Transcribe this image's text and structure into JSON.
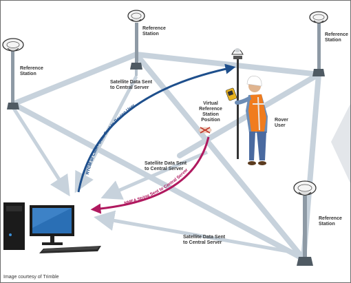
{
  "labels": {
    "reference_station": "Reference\nStation",
    "satellite_sent": "Satellite Data Sent\nto Central Server",
    "vrs_position": "Virtual\nReference\nStation\nPosition",
    "rover_user": "Rover\nUser",
    "rtcm_text": "RTCM or CMR+ Data Sent to Roving User",
    "nmea_text": "NMEA String Sent to Central Server"
  },
  "courtesy": "Image courtesy of Trimble",
  "colors": {
    "rtcm_arrow": "#1e4f8c",
    "nmea_arrow": "#b0195f",
    "beam": "#c7d2dc",
    "dark_beam": "#9eabb6",
    "vest": "#f07c1e"
  }
}
